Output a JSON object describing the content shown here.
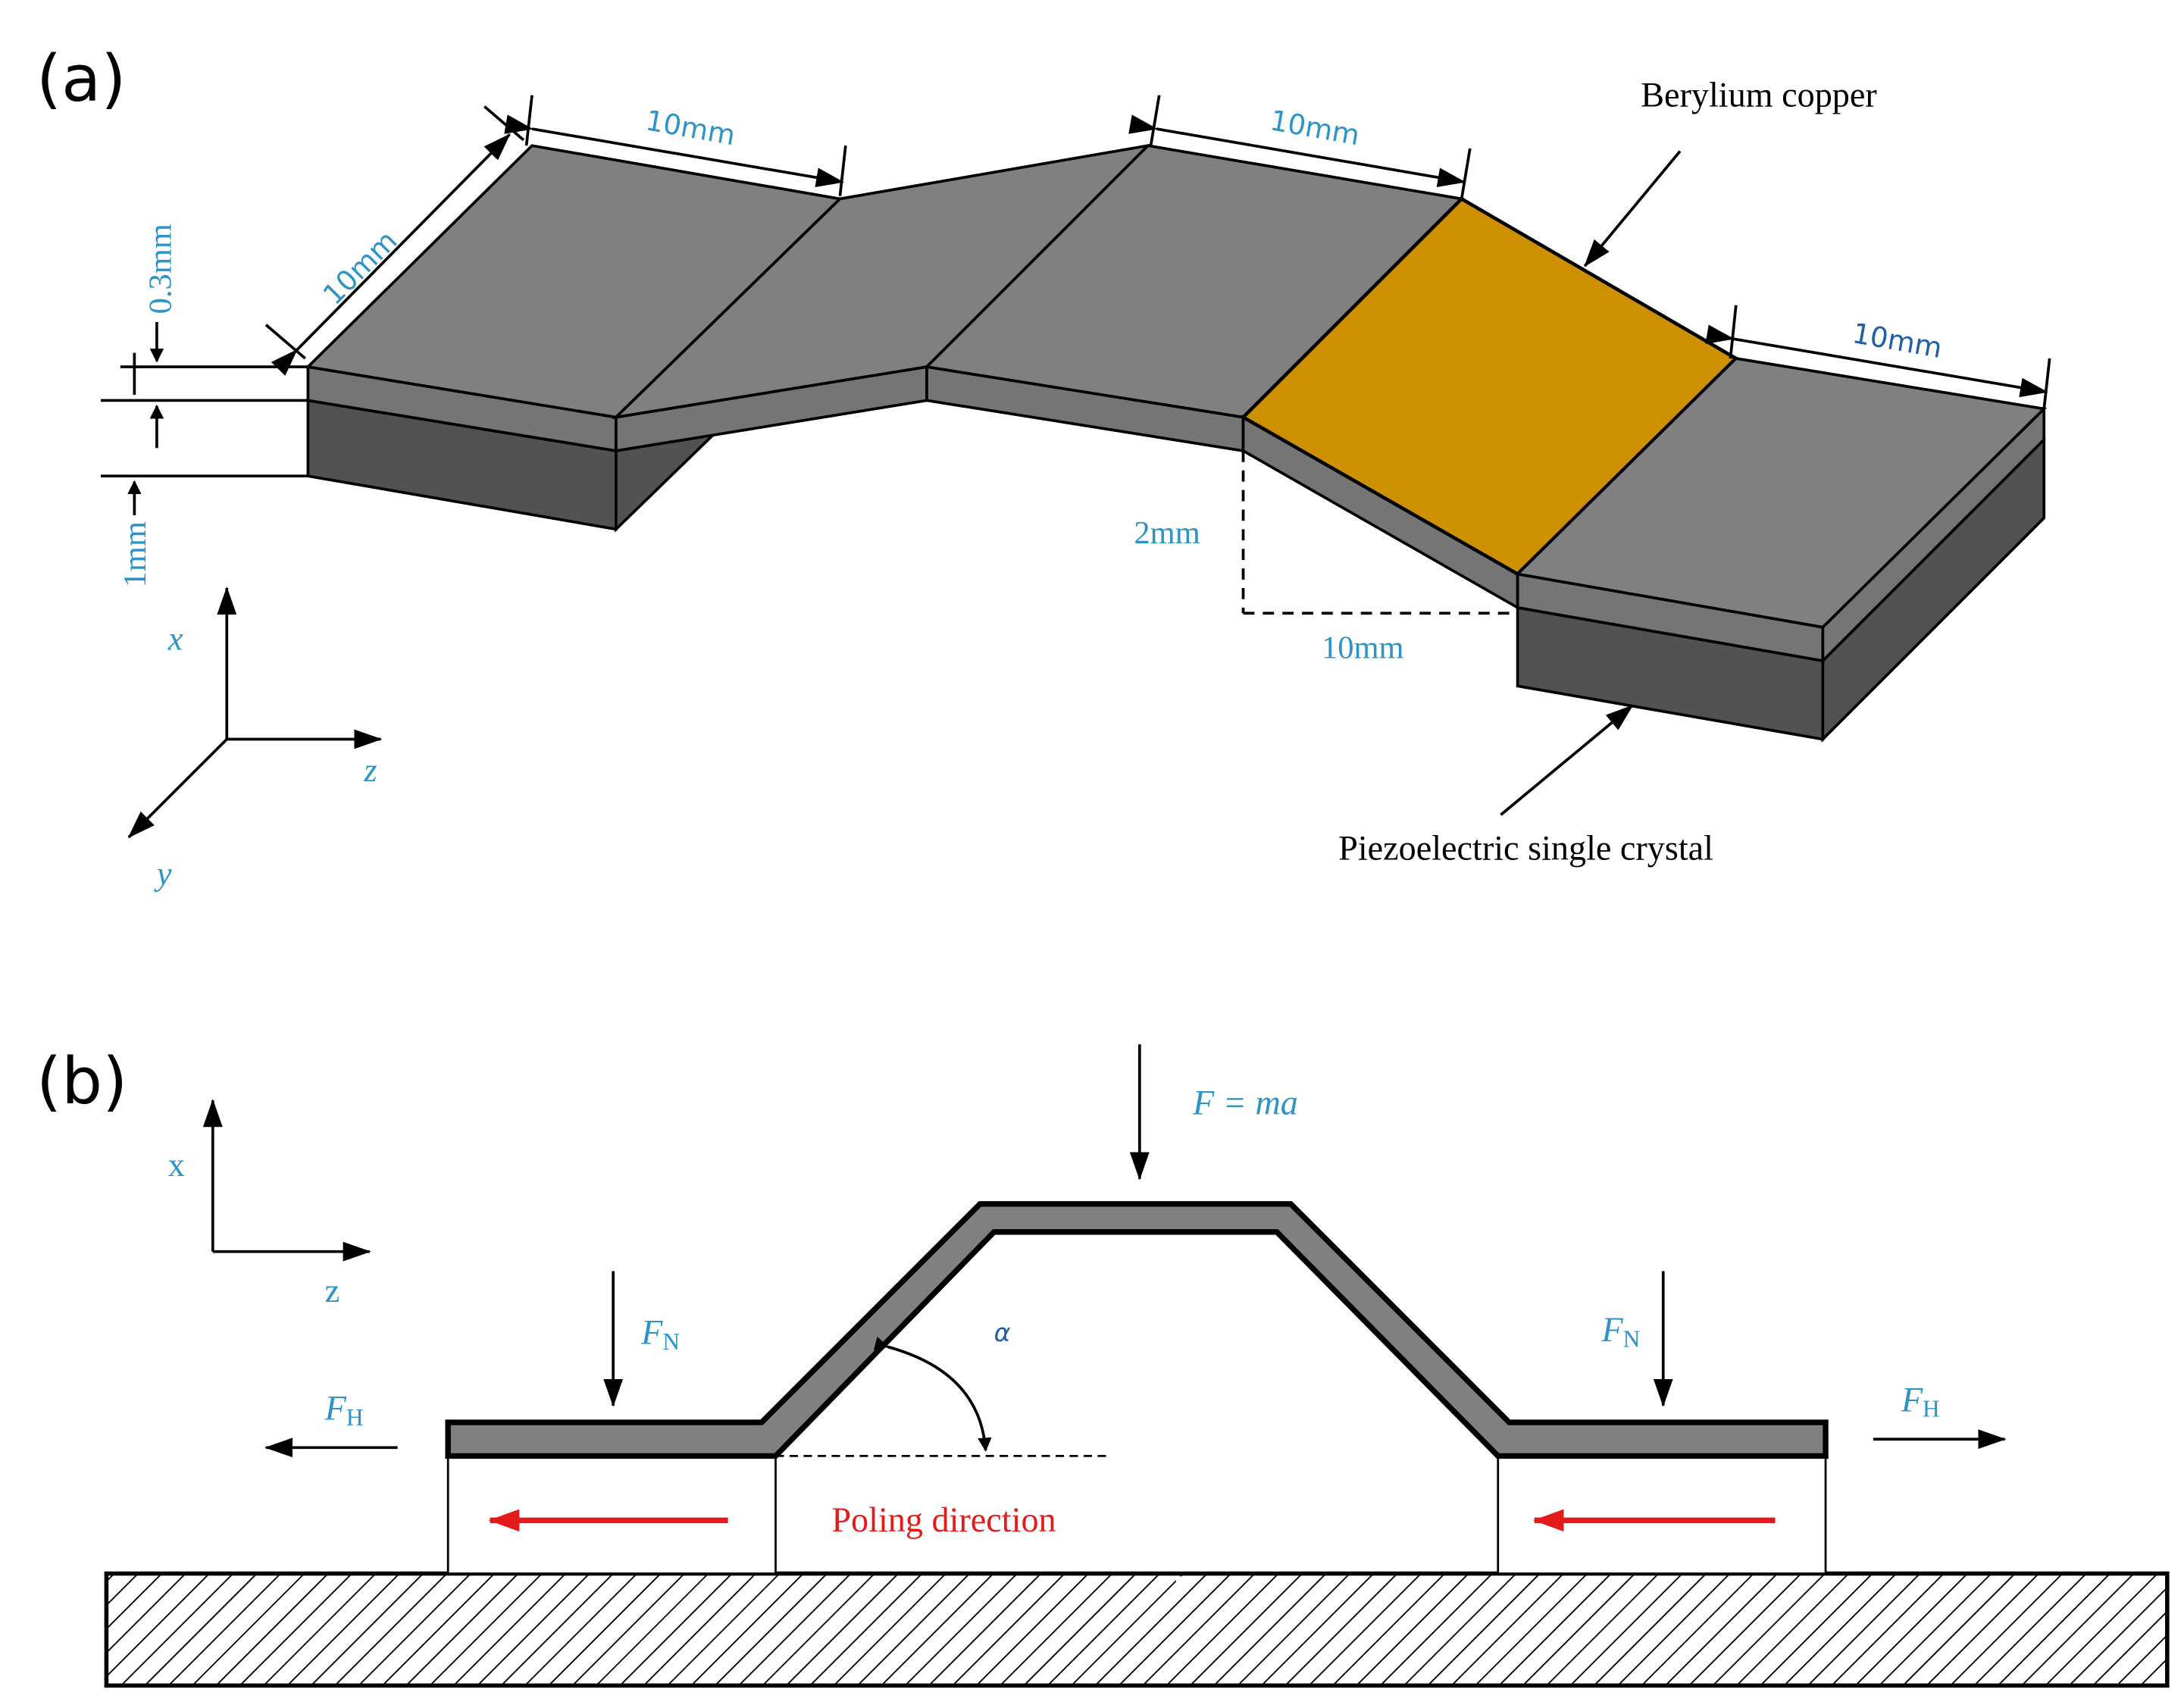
{
  "panel_a": {
    "label": "(a)",
    "dims": {
      "width_top_1": "10mm",
      "width_top_2": "10mm",
      "width_right": "10mm",
      "depth": "10mm",
      "thickness_top": "0.3mm",
      "thickness_bottom": "1mm",
      "rise": "2mm",
      "run": "10mm"
    },
    "axes": {
      "x": "x",
      "z": "z",
      "y": "y"
    },
    "callouts": {
      "beryllium": "Berylium copper",
      "piezo": "Piezoelectric single crystal"
    },
    "colors": {
      "top_face": "#808080",
      "side_face": "#757575",
      "piezo_face": "#525252",
      "beryllium": "#cc9000",
      "dimension_text": "#2e94c8"
    }
  },
  "panel_b": {
    "label": "(b)",
    "axes": {
      "x": "x",
      "z": "z"
    },
    "forces": {
      "f_ma": "F = ma",
      "fn_letter": "F",
      "fn_sub": "N",
      "fh_letter": "F",
      "fh_sub": "H"
    },
    "angle": "α",
    "poling": "Poling direction",
    "colors": {
      "poling_arrow": "#e31b1b",
      "beam": "#808080"
    }
  }
}
